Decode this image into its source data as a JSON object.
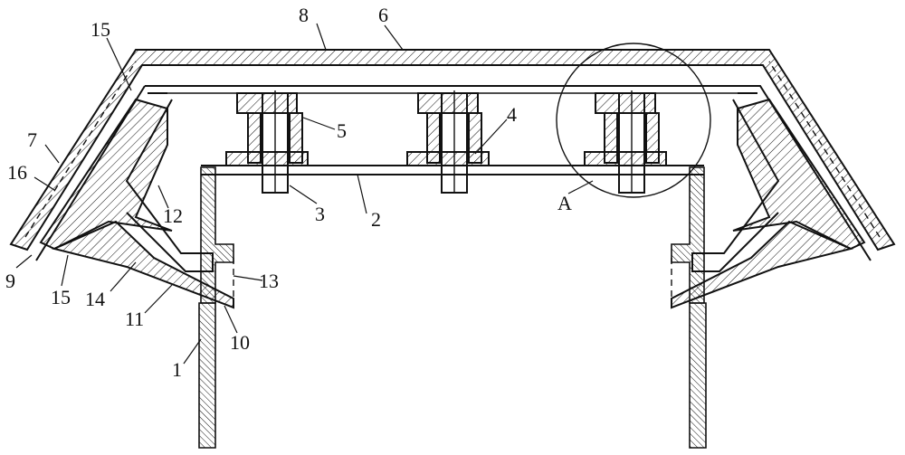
{
  "labels": {
    "l1": "1",
    "l2": "2",
    "l3": "3",
    "l4": "4",
    "l5": "5",
    "l6": "6",
    "l7": "7",
    "l8": "8",
    "l9": "9",
    "l10": "10",
    "l11": "11",
    "l12": "12",
    "l13": "13",
    "l14": "14",
    "l15a": "15",
    "l15b": "15",
    "l16": "16",
    "lA": "A"
  }
}
